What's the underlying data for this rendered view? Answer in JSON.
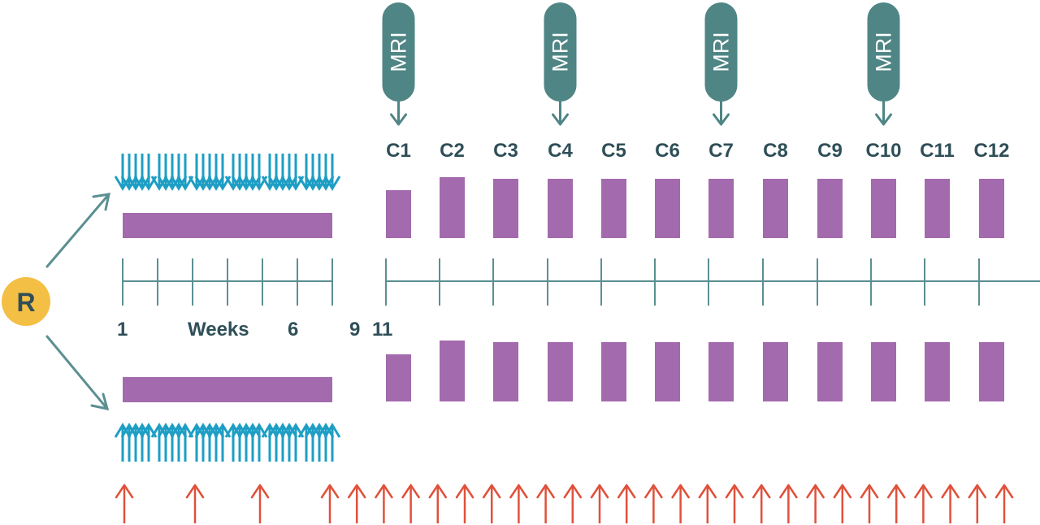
{
  "colors": {
    "timeline": "#5b8f92",
    "mri_capsule": "#4f8585",
    "treatment_bar": "#a46aae",
    "radiation": "#1e9ec4",
    "assessment_arrow": "#e0503a",
    "randomization": "#f4bf45",
    "label_text": "#2f4f58"
  },
  "randomization": {
    "label": "R",
    "icon": "circle-badge"
  },
  "mri": {
    "label": "MRI",
    "at_cycles": [
      "C1",
      "C4",
      "C7",
      "C10"
    ],
    "icon": "capsule-down-arrow"
  },
  "cycles": [
    "C1",
    "C2",
    "C3",
    "C4",
    "C5",
    "C6",
    "C7",
    "C8",
    "C9",
    "C10",
    "C11",
    "C12"
  ],
  "week_labels": {
    "start": "1",
    "axis": "Weeks",
    "six": "6",
    "nine": "9",
    "eleven": "11"
  },
  "arms": [
    {
      "name": "upper-arm",
      "radiation": "before-bar",
      "phase1_weeks_ticks": 7
    },
    {
      "name": "lower-arm",
      "radiation": "after-bar",
      "phase1_weeks_ticks": 7
    }
  ],
  "assessment_arrows": {
    "icon": "red-up-arrow",
    "early_count": 3,
    "late_count": 26
  }
}
